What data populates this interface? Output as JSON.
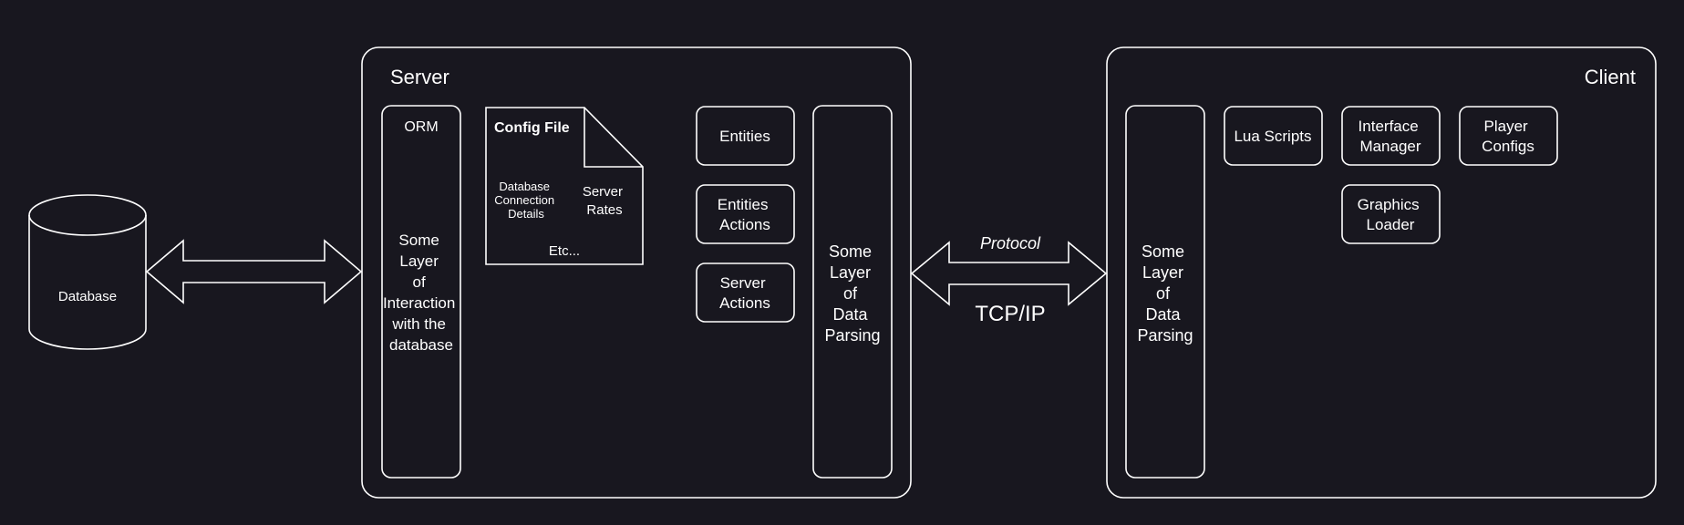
{
  "colors": {
    "background": "#18171f",
    "stroke": "#ffffff",
    "text": "#ffffff"
  },
  "database": {
    "label": "Database"
  },
  "server": {
    "title": "Server",
    "orm": {
      "title": "ORM",
      "lines": [
        "Some",
        "Layer",
        "of",
        "Interaction",
        "with the",
        "database"
      ]
    },
    "config_file": {
      "title": "Config File",
      "db_lines": [
        "Database",
        "Connection",
        "Details"
      ],
      "rates_lines": [
        "Server",
        "Rates"
      ],
      "etc": "Etc..."
    },
    "entities": "Entities",
    "entities_actions": [
      "Entities",
      "Actions"
    ],
    "server_actions": [
      "Server",
      "Actions"
    ],
    "parsing_lines": [
      "Some",
      "Layer",
      "of",
      "Data",
      "Parsing"
    ]
  },
  "link": {
    "protocol": "Protocol",
    "transport": "TCP/IP"
  },
  "client": {
    "title": "Client",
    "parsing_lines": [
      "Some",
      "Layer",
      "of",
      "Data",
      "Parsing"
    ],
    "lua_scripts": "Lua Scripts",
    "interface_manager": [
      "Interface",
      "Manager"
    ],
    "player_configs": [
      "Player",
      "Configs"
    ],
    "graphics_loader": [
      "Graphics",
      "Loader"
    ]
  }
}
